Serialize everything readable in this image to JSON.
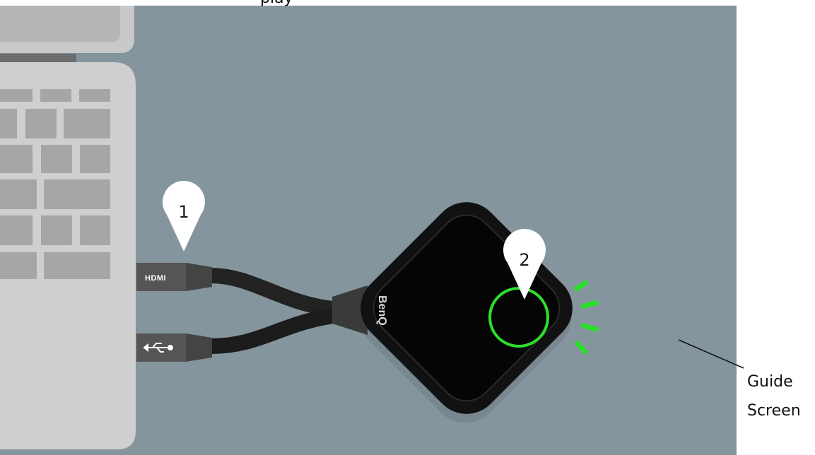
{
  "top_text_fragment": "play",
  "port_labels": {
    "hdmi": "HDMI",
    "usb_icon": "usb-icon"
  },
  "brand": "BenQ",
  "pins": [
    {
      "number": "1"
    },
    {
      "number": "2"
    }
  ],
  "callout": {
    "line1": "Guide",
    "line2": "Screen"
  },
  "colors": {
    "screen_bg": "#84959d",
    "laptop_body": "#cbcbcb",
    "laptop_keys": "#a8a8a8",
    "device": "#111111",
    "led": "#2ddf2d"
  }
}
